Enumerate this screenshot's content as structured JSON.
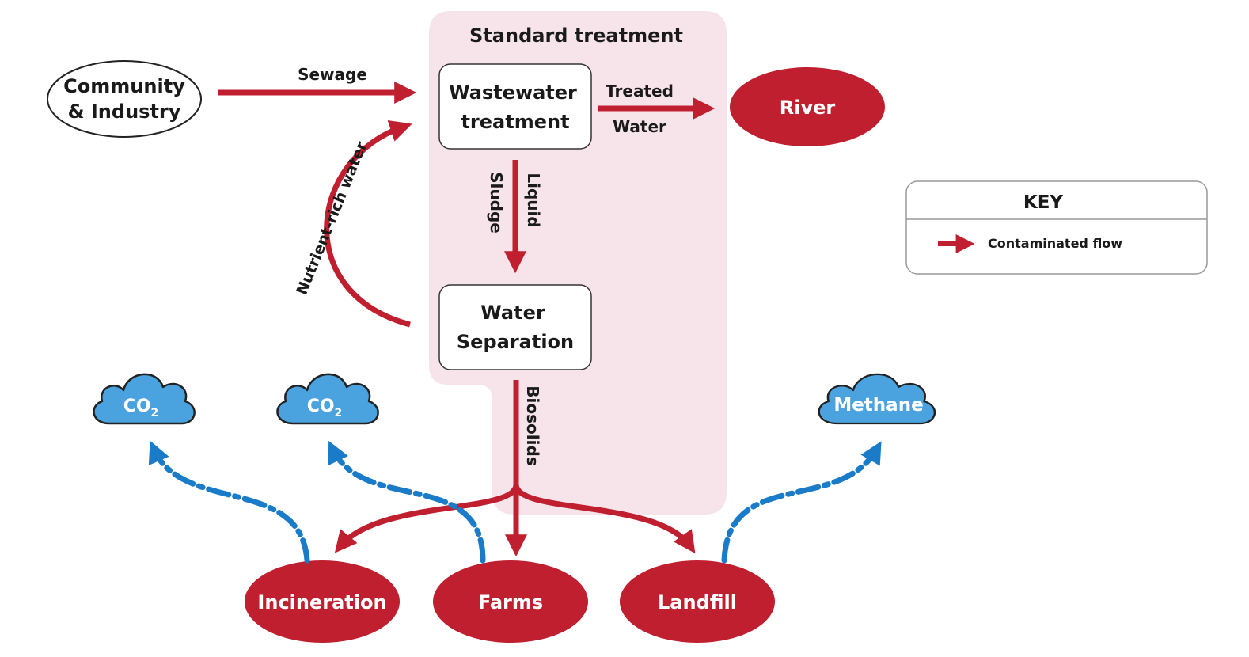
{
  "region": {
    "title": "Standard treatment"
  },
  "nodes": {
    "source": {
      "line1": "Community",
      "line2": "& Industry"
    },
    "wastewater": {
      "line1": "Wastewater",
      "line2": "treatment"
    },
    "separation": {
      "line1": "Water",
      "line2": "Separation"
    },
    "river": "River",
    "incineration": "Incineration",
    "farms": "Farms",
    "landfill": "Landfill",
    "cloud1": {
      "main": "CO",
      "sub": "2"
    },
    "cloud2": {
      "main": "CO",
      "sub": "2"
    },
    "cloud3": "Methane"
  },
  "edges": {
    "sewage": "Sewage",
    "treated_line1": "Treated",
    "treated_line2": "Water",
    "liquid": "Liquid",
    "sludge": "Sludge",
    "nutrient": "Nutrient-rich water",
    "biosolids": "Biosolids"
  },
  "key": {
    "title": "KEY",
    "item": "Contaminated flow"
  },
  "colors": {
    "red": "#c01f2f",
    "blue": "#1a7bc9",
    "cloud_fill": "#4aa3df",
    "region_fill": "#f6e4ea"
  }
}
